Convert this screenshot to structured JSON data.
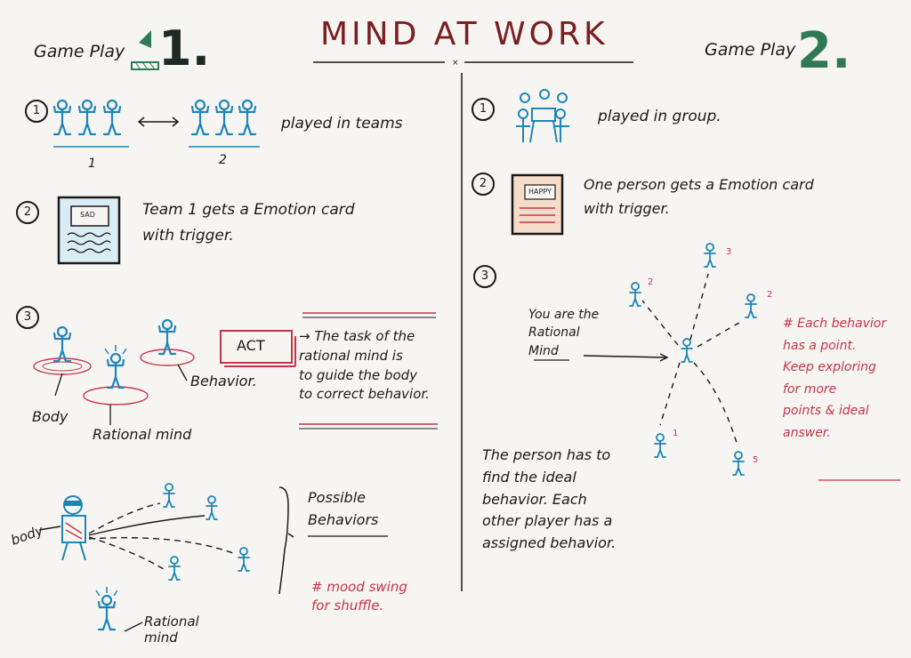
{
  "title": "MIND AT WORK",
  "gameplay1": {
    "label": "Game Play",
    "number": "1.",
    "steps": {
      "s1": {
        "num": "1",
        "text": "played in teams",
        "team1": "1",
        "team2": "2"
      },
      "s2": {
        "num": "2",
        "card_label": "SAD",
        "text": "Team 1 gets a Emotion card\nwith trigger."
      },
      "s3": {
        "num": "3",
        "act": "ACT",
        "task": "→ The task of the\nrational mind is\nto guide the body\nto correct behavior.",
        "body": "Body",
        "rational_mind": "Rational mind",
        "behavior": "Behavior."
      },
      "s4": {
        "body": "body",
        "possible": "Possible\nBehaviors",
        "rational": "Rational\nmind",
        "note": "# mood swing\nfor shuffle."
      }
    }
  },
  "gameplay2": {
    "label": "Game Play",
    "number": "2.",
    "steps": {
      "s1": {
        "num": "1",
        "text": "played in group."
      },
      "s2": {
        "num": "2",
        "card_label": "HAPPY",
        "text": "One person gets a Emotion card\nwith trigger."
      },
      "s3": {
        "num": "3",
        "you": "You are the\nRational\nMind",
        "points": [
          "2",
          "3",
          "2",
          "1",
          "5"
        ],
        "ideal": "The person has to\nfind the ideal\nbehavior. Each\nother player has a\nassigned behavior.",
        "note": "# Each behavior\nhas a point.\nKeep exploring\nfor more\npoints & ideal answer."
      }
    }
  },
  "colors": {
    "blue": "#1d86b8",
    "red": "#c8334a",
    "ink": "#1a1a1a",
    "green": "#2f7a55",
    "dark_red": "#7a1e22"
  }
}
